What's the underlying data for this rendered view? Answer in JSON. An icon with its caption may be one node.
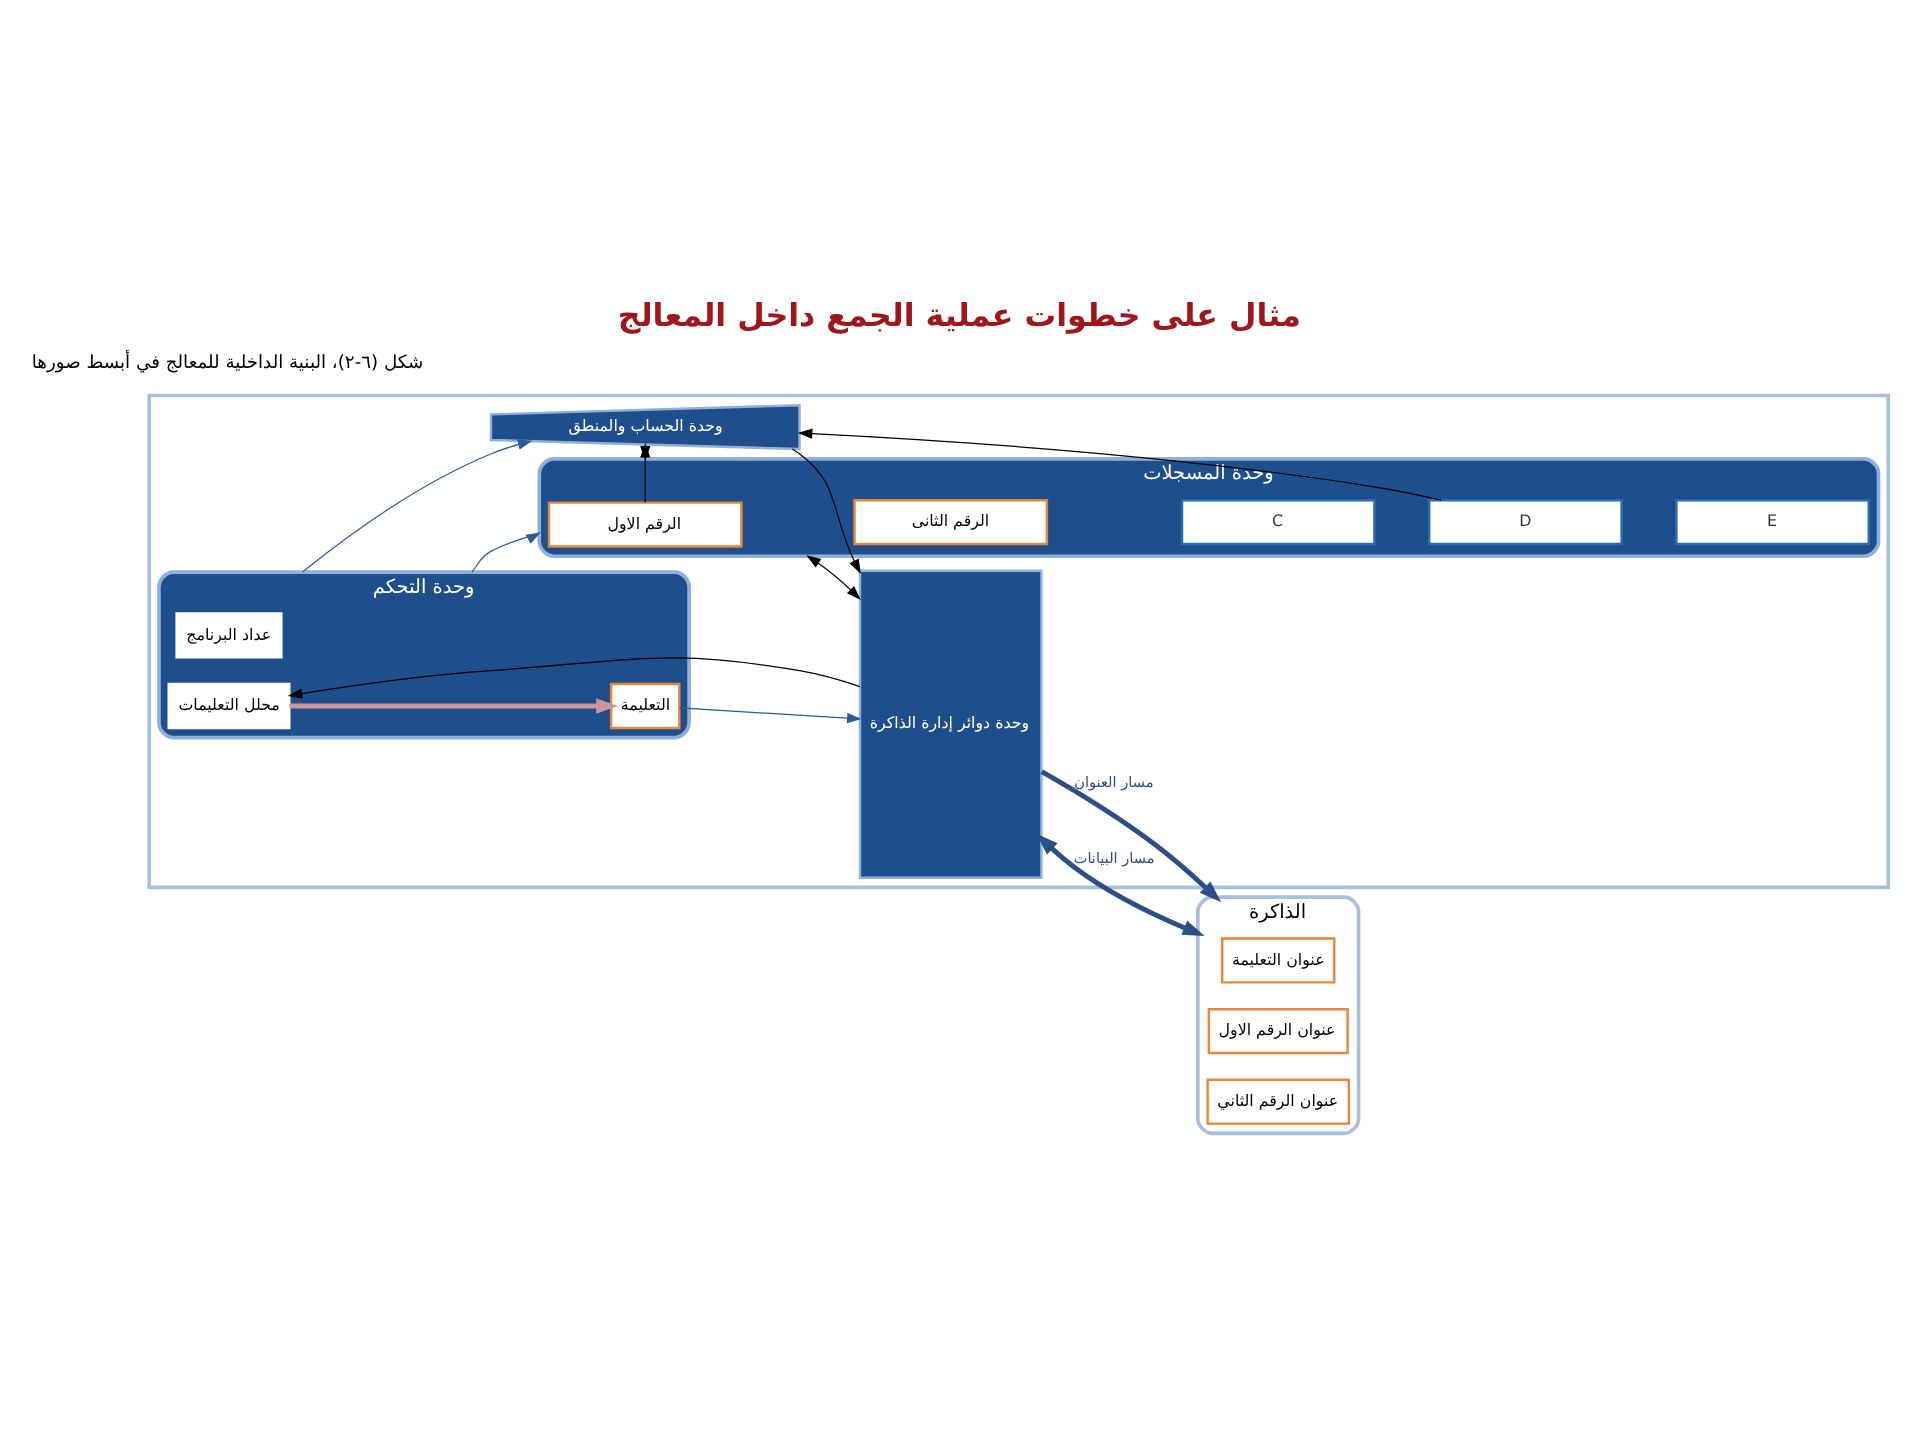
{
  "diagram": {
    "title": "مثال على خطوات عملية الجمع داخل المعالج",
    "caption": "شكل (٦-٢)، البنية الداخلية للمعالج في أبسط صورها",
    "nodes": [
      {
        "text": [],
        "shape": "box"
      },
      {
        "text": [
          "وحدة المسجلات"
        ],
        "in": 0
      },
      {
        "text": [
          "الرقم الاول"
        ],
        "in": 1
      },
      {
        "text": [
          "الرقم الثانى"
        ],
        "in": 1
      },
      {
        "text": [
          "C"
        ],
        "in": 1
      },
      {
        "text": [
          "D"
        ],
        "in": 1
      },
      {
        "text": [
          "E"
        ],
        "in": 1
      },
      {
        "text": [
          "وحدة الحساب والمنطق"
        ],
        "in": 0
      },
      {
        "text": [
          "وحدة التحكم"
        ],
        "in": 0
      },
      {
        "text": [
          "عداد البرنامج"
        ],
        "in": 8
      },
      {
        "text": [
          "محلل التعليمات"
        ],
        "in": 8
      },
      {
        "text": [
          "التعليمة"
        ],
        "in": 8
      },
      {
        "text": [
          "وحدة دوائر إدارة الذاكرة"
        ],
        "in": 0
      },
      {
        "text": [
          "الذاكرة"
        ]
      },
      {
        "text": [
          "عنوان التعليمة"
        ],
        "in": 13
      },
      {
        "text": [
          "عنوان الرقم الاول"
        ],
        "in": 13
      },
      {
        "text": [
          "عنوان الرقم الثاني"
        ],
        "in": 13
      }
    ],
    "edges": [
      {
        "from": 1,
        "to": 12,
        "arrow": "both"
      },
      {
        "from": 2,
        "to": 7,
        "arrow": "to"
      },
      {
        "from": 5,
        "to": 7,
        "arrow": "to"
      },
      {
        "from": 7,
        "to": 12,
        "arrow": "to"
      },
      {
        "from": 7,
        "to": 1,
        "arrow": "to"
      },
      {
        "from": 8,
        "to": 1,
        "arrow": "to",
        "color": "#2b5c96"
      },
      {
        "from": 8,
        "to": 7,
        "arrow": "to",
        "color": "#2b5c96"
      },
      {
        "from": 12,
        "to": 10,
        "arrow": "to"
      },
      {
        "from": 10,
        "to": 11,
        "arrow": "to",
        "style": "thick",
        "color": "#c9979b"
      },
      {
        "from": 11,
        "to": 12,
        "arrow": "to",
        "color": "#2b5c96"
      },
      {
        "from": 12,
        "to": 13,
        "arrow": "to",
        "label": "مسار العنوان",
        "style": "thick",
        "color": "#2b4f86"
      },
      {
        "from": 12,
        "to": 13,
        "arrow": "both",
        "label": "مسار البيانات",
        "style": "thick",
        "color": "#2b4f86"
      }
    ]
  }
}
